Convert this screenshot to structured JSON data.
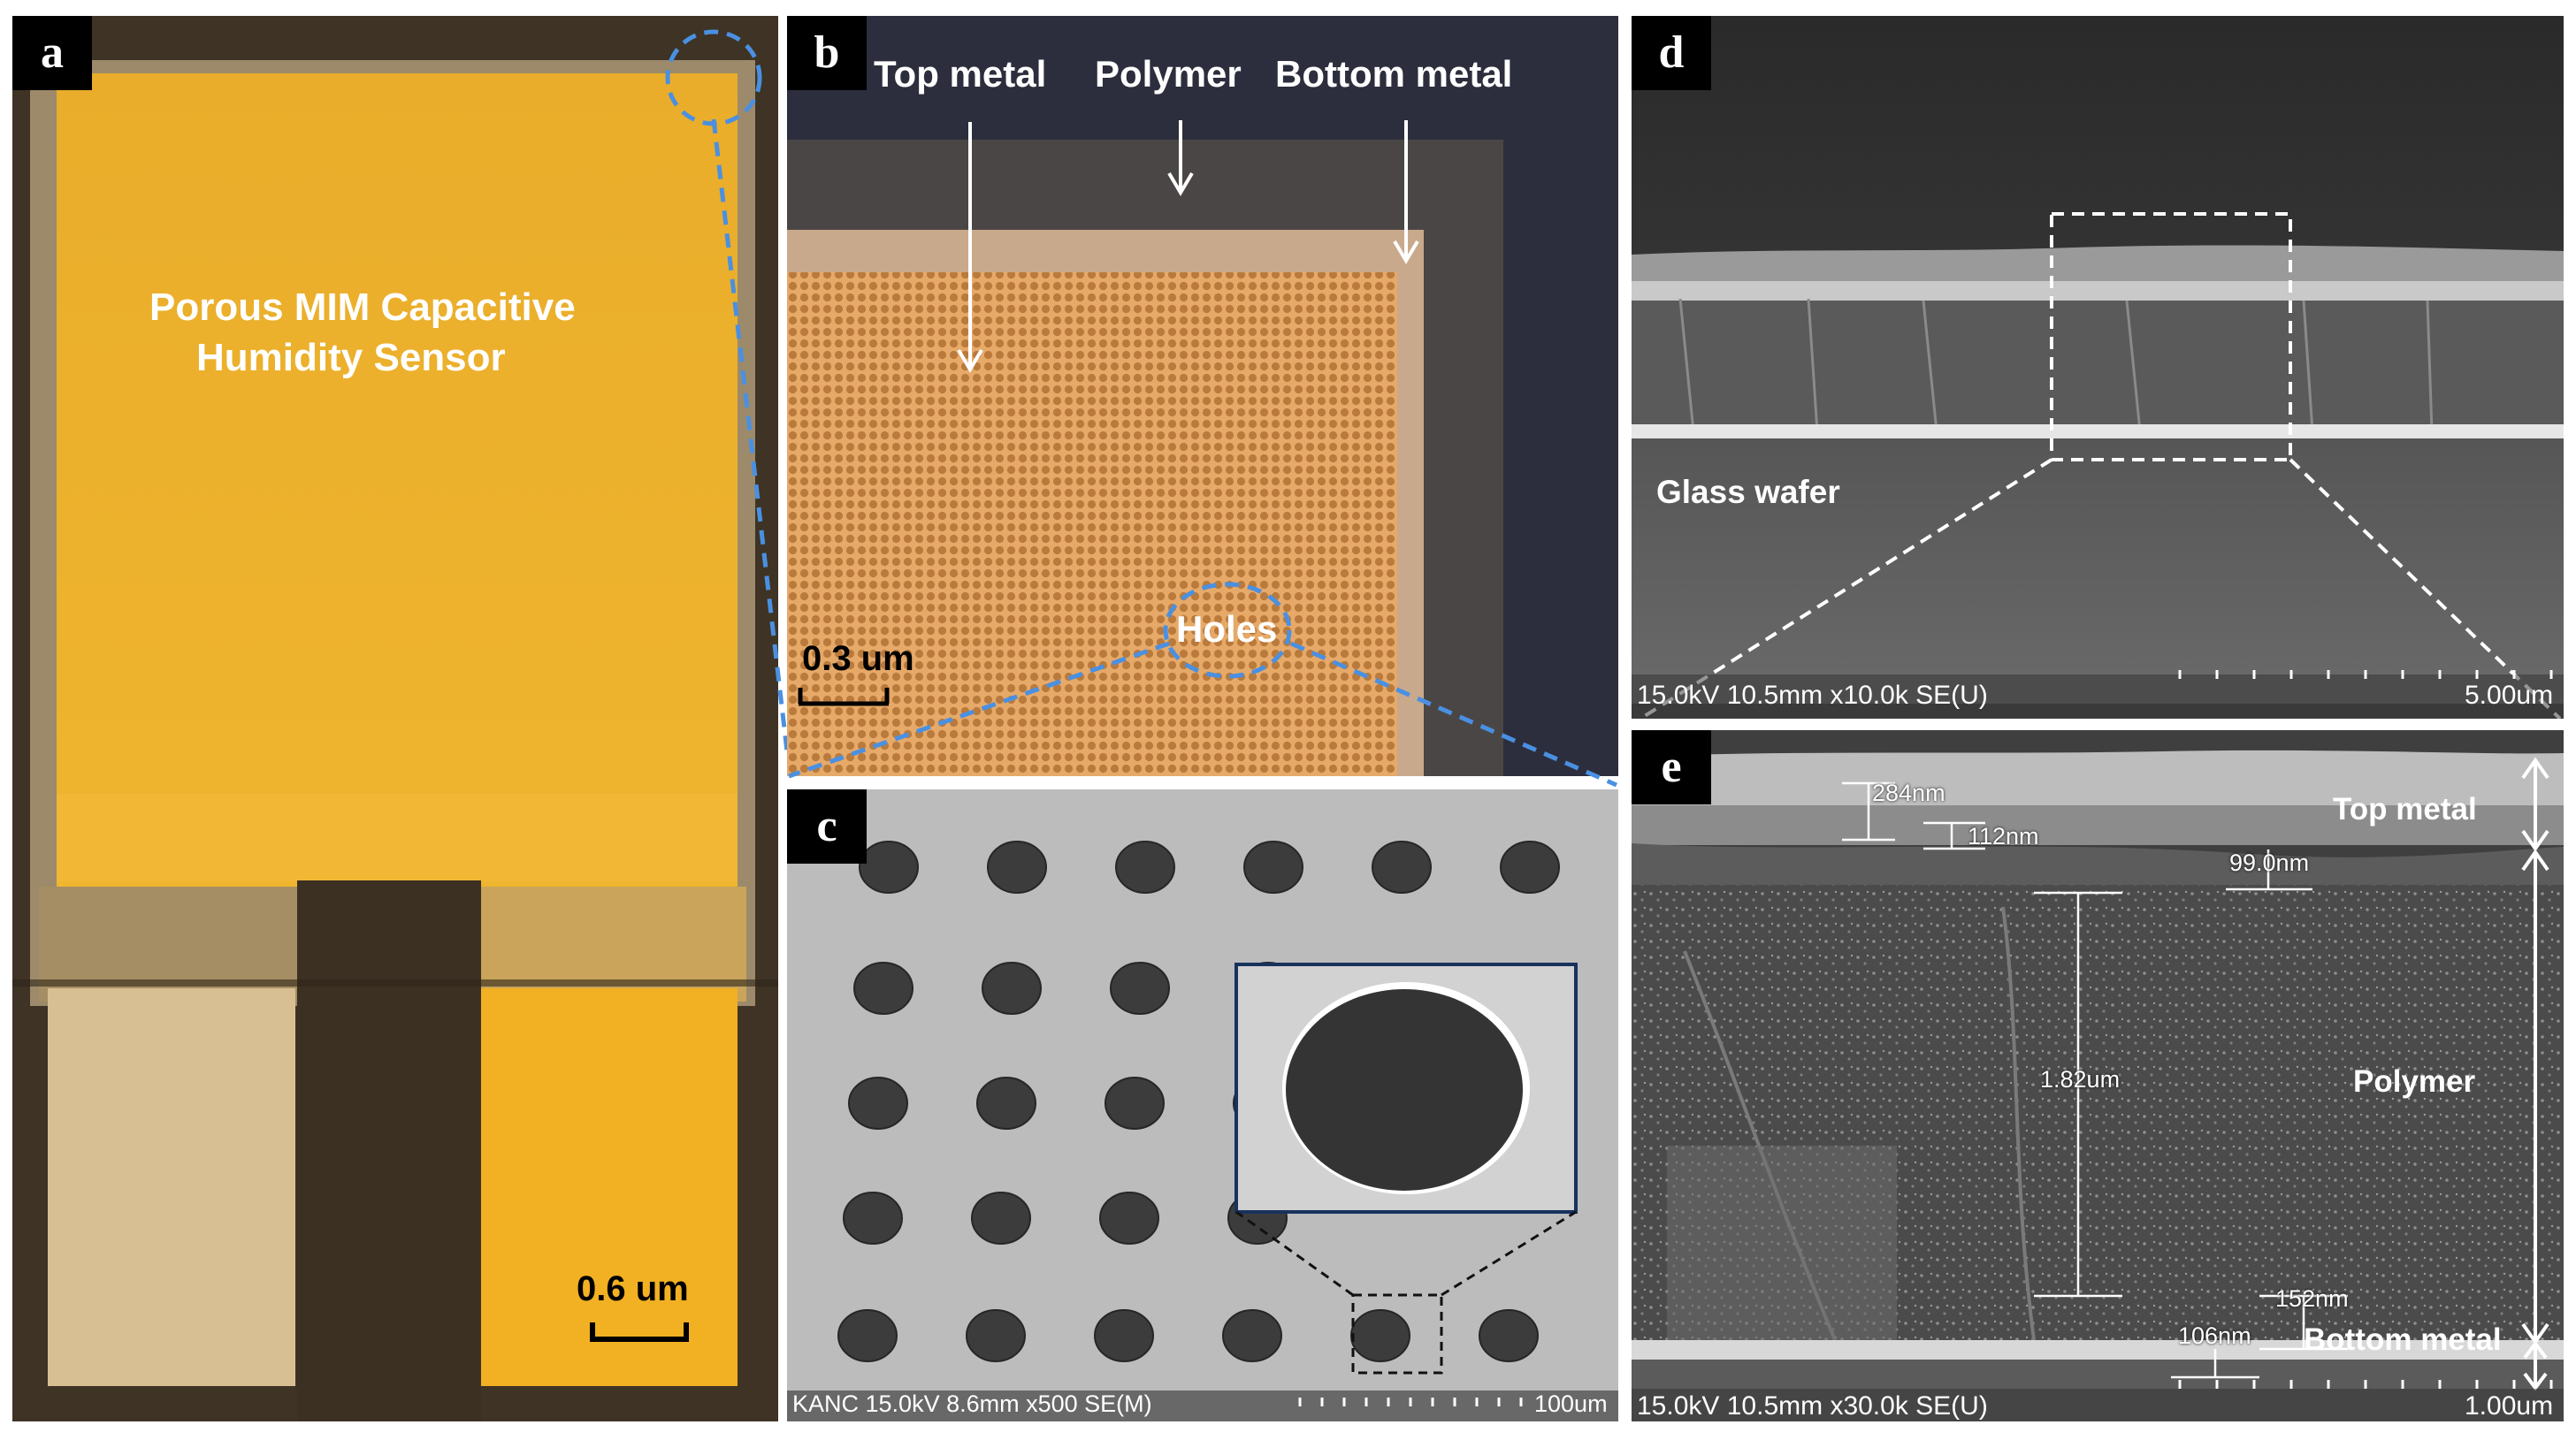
{
  "figure": {
    "panel_a": {
      "letter": "a",
      "title_line1": "Porous MIM Capacitive",
      "title_line2": "Humidity  Sensor",
      "scale": "0.6 um"
    },
    "panel_b": {
      "letter": "b",
      "top_metal": "Top metal",
      "polymer": "Polymer",
      "bottom_metal": "Bottom metal",
      "holes": "Holes",
      "scale": "0.3 um"
    },
    "panel_c": {
      "letter": "c",
      "sem_info": "KANC 15.0kV 8.6mm x500 SE(M)",
      "scale": "100um"
    },
    "panel_d": {
      "letter": "d",
      "glass_wafer": "Glass wafer",
      "sem_info": "15.0kV 10.5mm x10.0k SE(U)",
      "scale": "5.00um"
    },
    "panel_e": {
      "letter": "e",
      "top_metal": "Top metal",
      "polymer": "Polymer",
      "bottom_metal": "Bottom metal",
      "m_284": "284nm",
      "m_112": "112nm",
      "m_99": "99.0nm",
      "m_182": "1.82um",
      "m_152": "152nm",
      "m_106": "106nm",
      "sem_info": "15.0kV 10.5mm x30.0k SE(U)",
      "scale": "1.00um"
    }
  },
  "colors": {
    "gold": "#efb22a",
    "callout_blue": "#4a90e2",
    "sem_background": "#bdbdbd"
  }
}
